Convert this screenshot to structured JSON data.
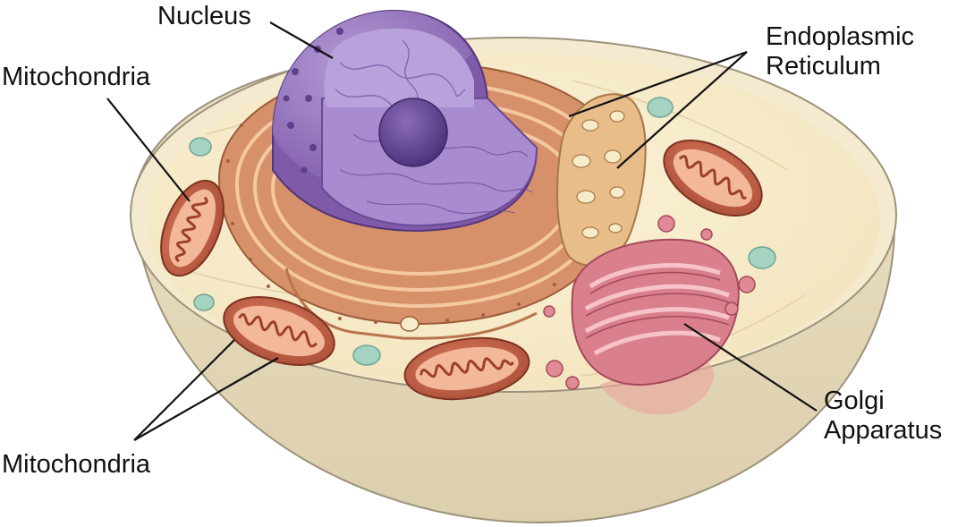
{
  "labels": {
    "nucleus": "Nucleus",
    "mitochondria_top": "Mitochondria",
    "endoplasmic_reticulum": {
      "line1": "Endoplasmic",
      "line2": "Reticulum"
    },
    "golgi_apparatus": {
      "line1": "Golgi",
      "line2": "Apparatus"
    },
    "mitochondria_bottom": "Mitochondria"
  },
  "colors": {
    "cytoplasm": "#f7ecc9",
    "cell_wall": "#ece2c6",
    "nucleus": "#9b7bc2",
    "nucleolus": "#5d3f8c",
    "rough_er": "#d79367",
    "smooth_er": "#e6b985",
    "mitochondria": "#c5654a",
    "golgi": "#d97f8c",
    "vesicles": "#9fcfbf"
  }
}
